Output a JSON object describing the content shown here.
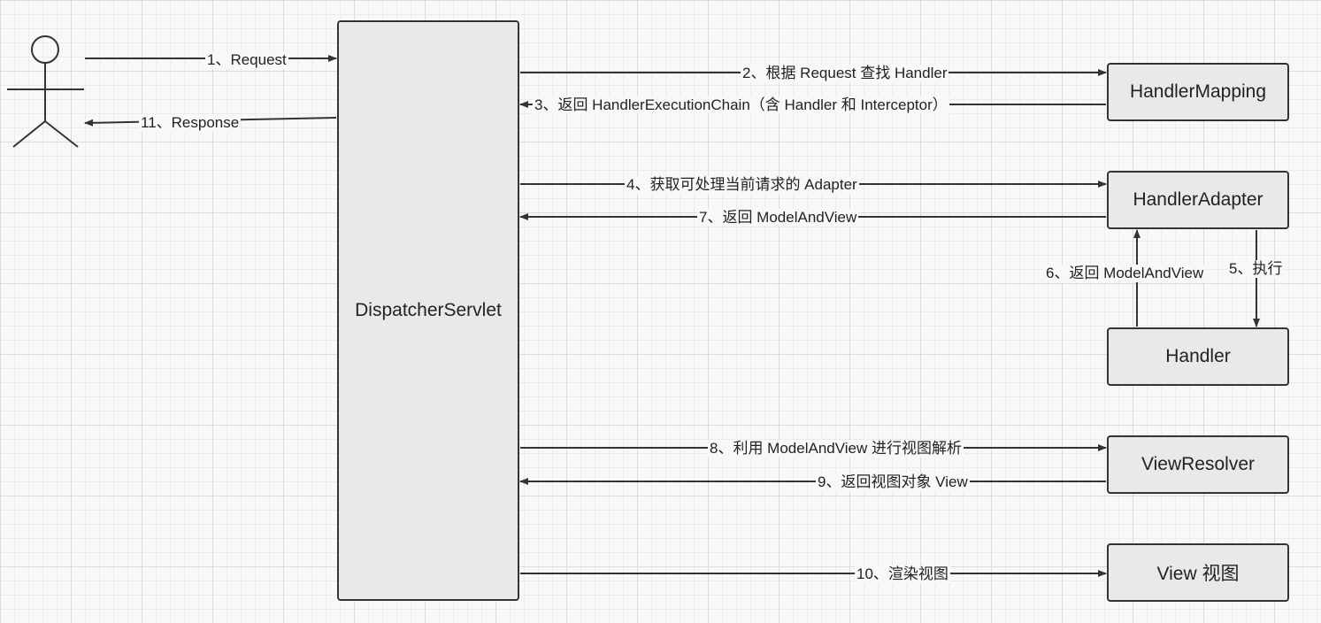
{
  "nodes": {
    "dispatcher": "DispatcherServlet",
    "handler_mapping": "HandlerMapping",
    "handler_adapter": "HandlerAdapter",
    "handler": "Handler",
    "view_resolver": "ViewResolver",
    "view": "View 视图"
  },
  "edges": {
    "e1": "1、Request",
    "e2": "2、根据 Request 查找 Handler",
    "e3": "3、返回 HandlerExecutionChain（含 Handler 和 Interceptor）",
    "e4": "4、获取可处理当前请求的 Adapter",
    "e5": "5、执行",
    "e6": "6、返回 ModelAndView",
    "e7": "7、返回 ModelAndView",
    "e8": "8、利用 ModelAndView 进行视图解析",
    "e9": "9、返回视图对象 View",
    "e10": "10、渲染视图",
    "e11": "11、Response"
  }
}
